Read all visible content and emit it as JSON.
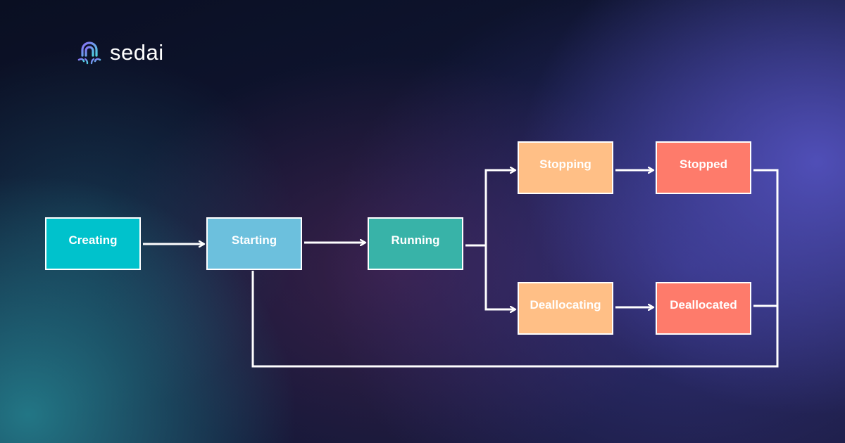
{
  "brand": {
    "name": "sedai",
    "icon": "sedai-logo-icon",
    "colors": {
      "gradient_start": "#7b6cf6",
      "gradient_end": "#4fd1e0"
    }
  },
  "diagram": {
    "nodes": [
      {
        "id": "creating",
        "label": "Creating",
        "color": "#00c2cc"
      },
      {
        "id": "starting",
        "label": "Starting",
        "color": "#6cc0dd"
      },
      {
        "id": "running",
        "label": "Running",
        "color": "#38b3a8"
      },
      {
        "id": "stopping",
        "label": "Stopping",
        "color": "#ffbf86"
      },
      {
        "id": "stopped",
        "label": "Stopped",
        "color": "#fe7b6b"
      },
      {
        "id": "deallocating",
        "label": "Deallocating",
        "color": "#ffbf86"
      },
      {
        "id": "deallocated",
        "label": "Deallocated",
        "color": "#fe7b6b"
      }
    ],
    "edges": [
      {
        "from": "creating",
        "to": "starting"
      },
      {
        "from": "starting",
        "to": "running"
      },
      {
        "from": "running",
        "to": "stopping"
      },
      {
        "from": "running",
        "to": "deallocating"
      },
      {
        "from": "stopping",
        "to": "stopped"
      },
      {
        "from": "deallocating",
        "to": "deallocated"
      },
      {
        "from": "stopped",
        "to": "starting"
      },
      {
        "from": "deallocated",
        "to": "starting"
      }
    ],
    "line_color": "#ffffff"
  }
}
